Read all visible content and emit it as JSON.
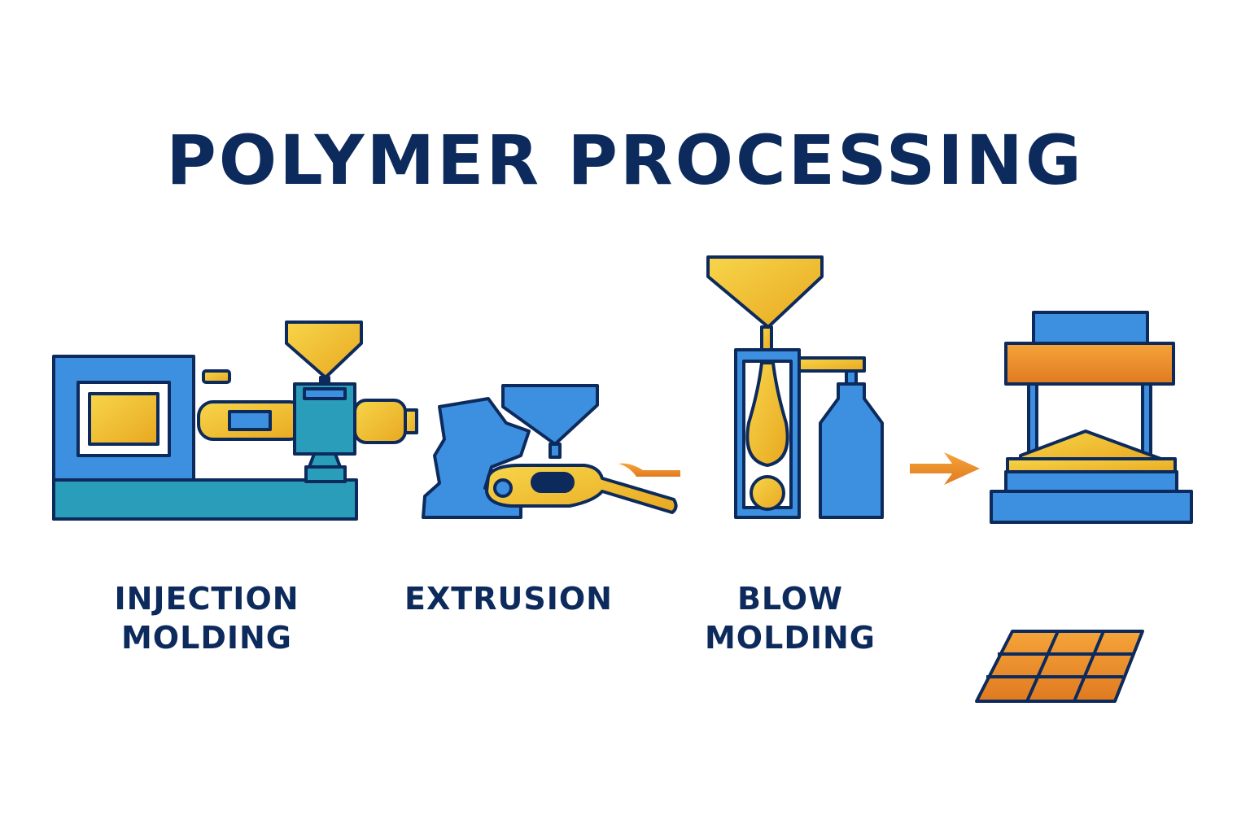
{
  "title": "POLYMER PROCESSING",
  "colors": {
    "navy": "#0d2a5c",
    "blue": "#3d8fe0",
    "teal": "#2a9dba",
    "yellow": "#f2c230",
    "orange": "#f2932a"
  },
  "processes": [
    {
      "line1": "INJECTION",
      "line2": "MOLDING"
    },
    {
      "line1": "EXTRUSION",
      "line2": ""
    },
    {
      "line1": "BLOW",
      "line2": "MOLDING"
    }
  ],
  "icons": [
    "injection-molding-machine-icon",
    "extruder-icon",
    "blow-molding-machine-icon",
    "compression-press-icon",
    "molded-parts-tray-icon"
  ]
}
